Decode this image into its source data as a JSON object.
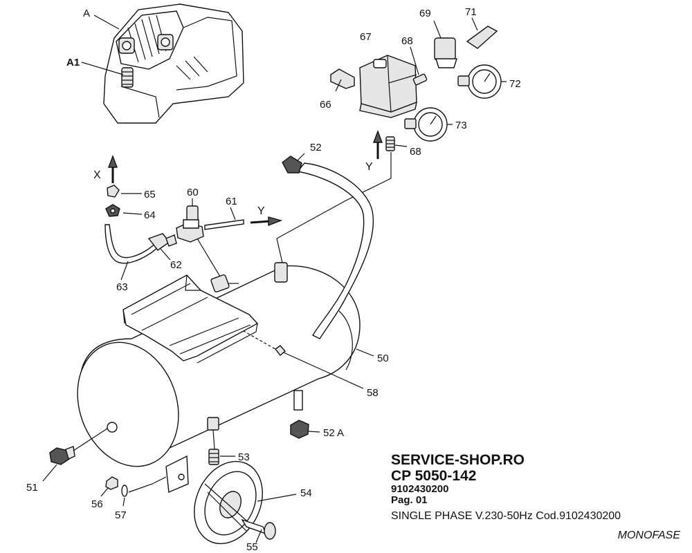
{
  "header": {
    "site": "SERVICE-SHOP.RO",
    "model": "CP 5050-142",
    "code": "9102430200",
    "page": "Pag. 01",
    "phase": "SINGLE  PHASE V.230-50Hz Cod.9102430200",
    "phase_type": "MONOFASE"
  },
  "labels": {
    "A": "A",
    "A1": "A1",
    "X": "X",
    "Y": "Y",
    "Y2": "Y",
    "p50": "50",
    "p51": "51",
    "p52": "52",
    "p52a": "52 A",
    "p53": "53",
    "p54": "54",
    "p55": "55",
    "p56": "56",
    "p57": "57",
    "p58": "58",
    "p60": "60",
    "p61": "61",
    "p62": "62",
    "p63": "63",
    "p64": "64",
    "p65": "65",
    "p66": "66",
    "p67": "67",
    "p68a": "68",
    "p68b": "68",
    "p69": "69",
    "p71": "71",
    "p72": "72",
    "p73": "73"
  }
}
